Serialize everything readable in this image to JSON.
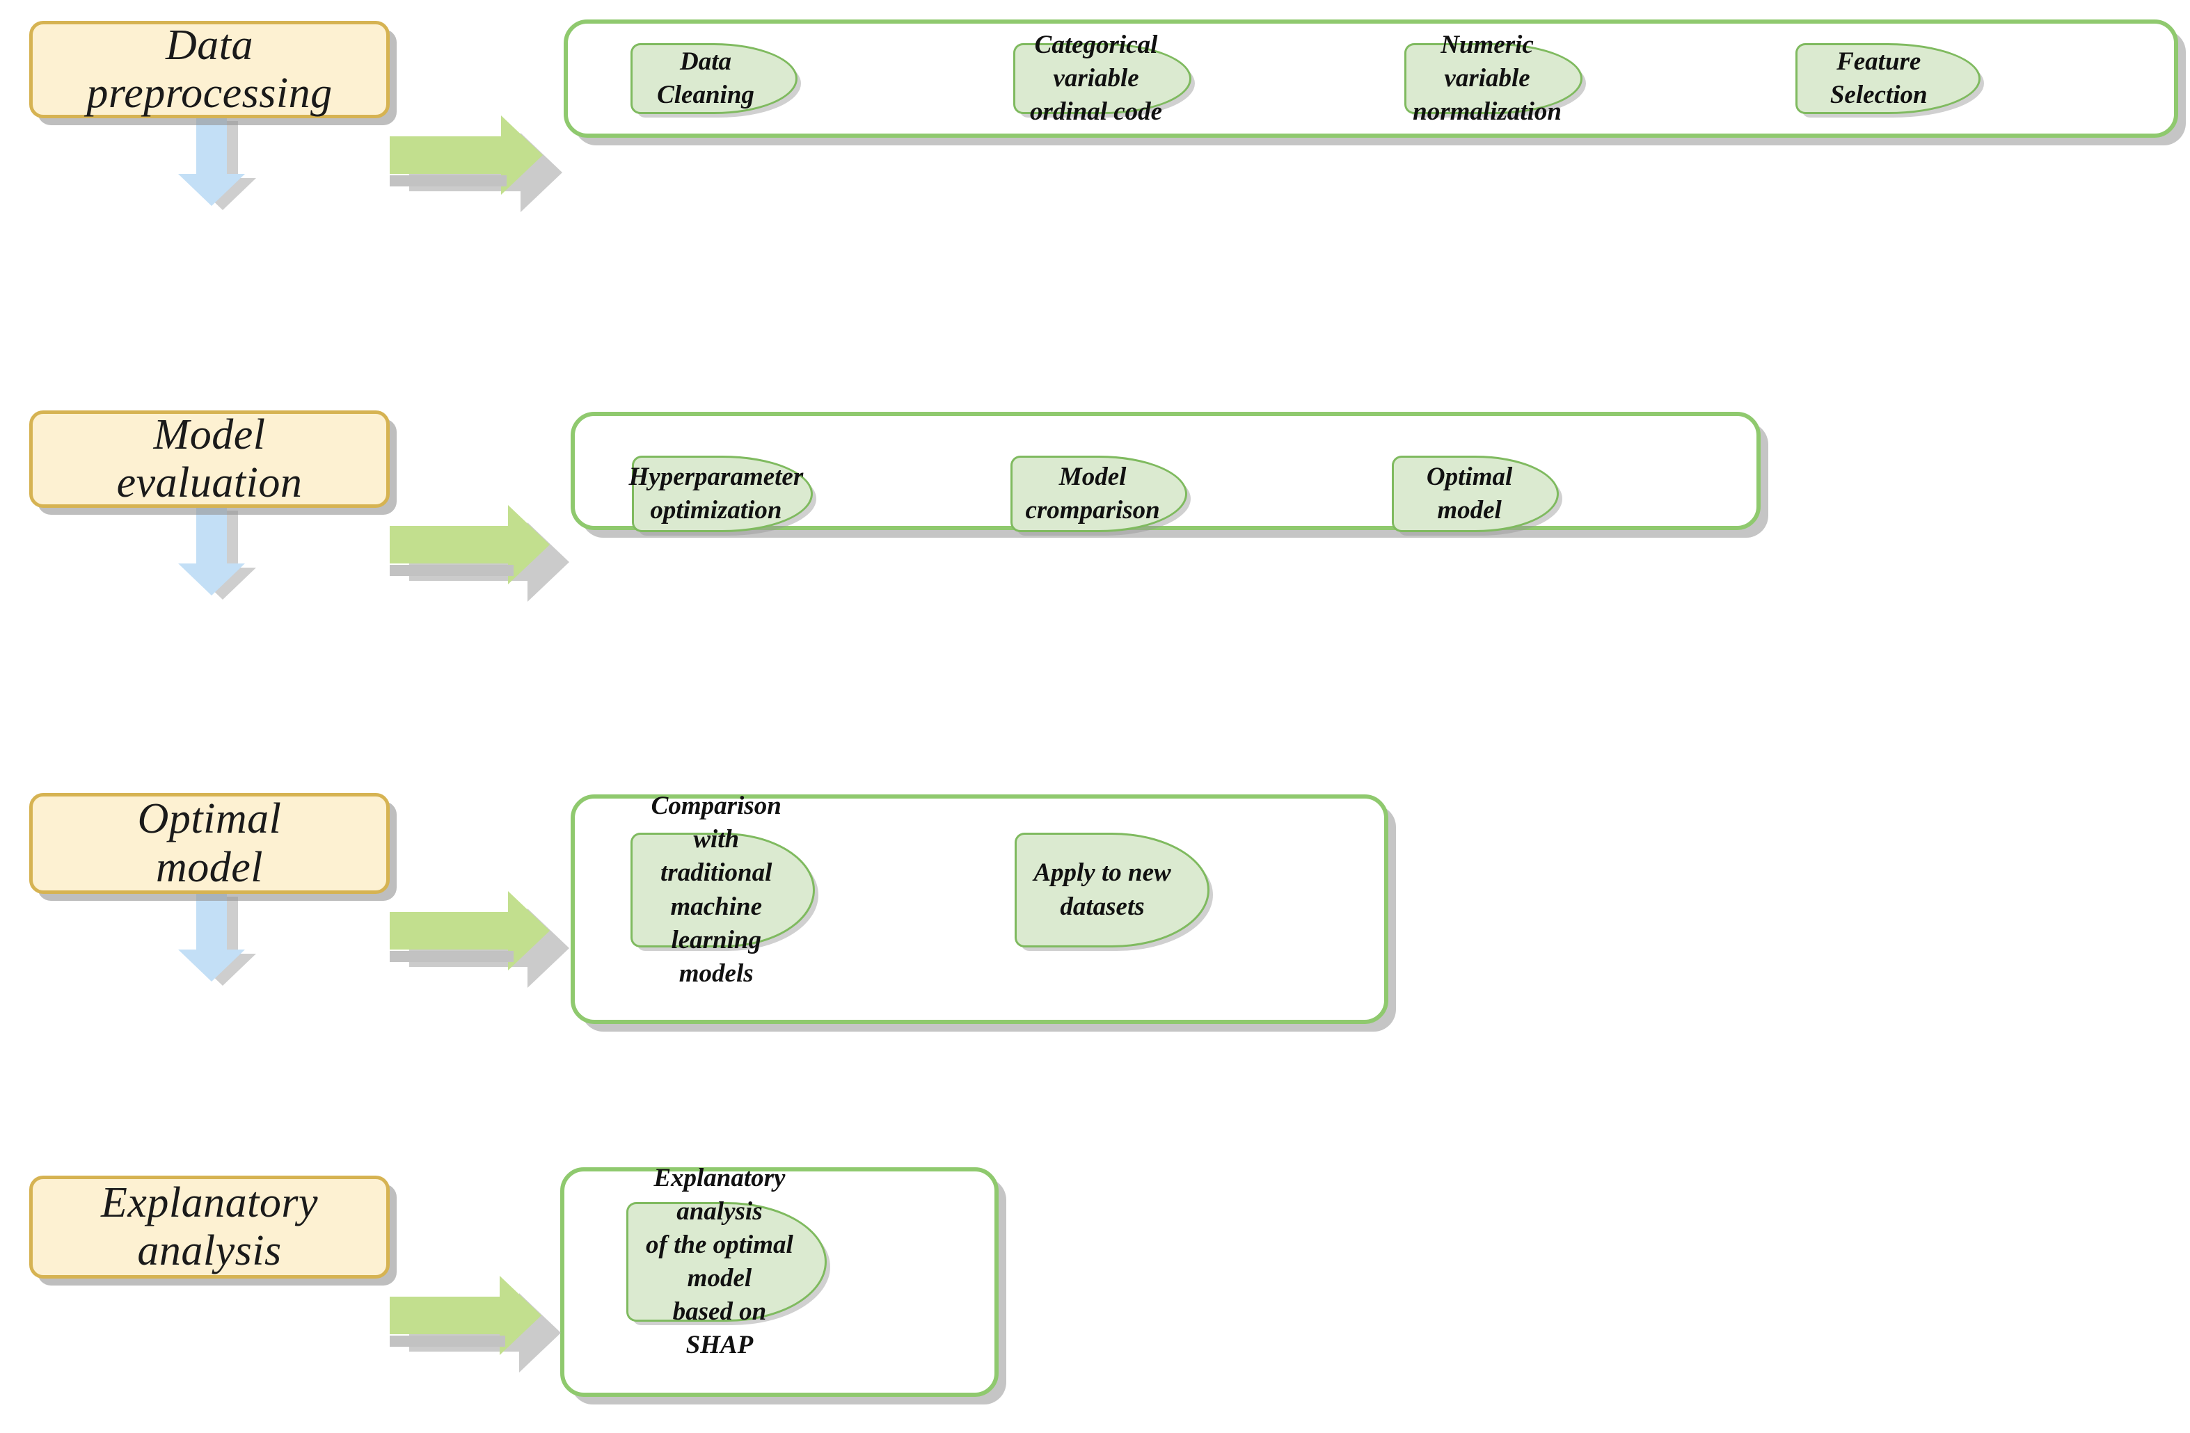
{
  "diagram": {
    "title": "Machine learning modelling workflow",
    "colors": {
      "stage_fill": "#fdf1d2",
      "stage_border": "#d6b352",
      "group_border": "#8fc96e",
      "pill_fill": "#dbead0",
      "pill_border": "#7fba5f",
      "arrow_right": "#c2df8e",
      "arrow_down": "#c3dff6",
      "shadow": "#9a9a9a"
    },
    "stages": [
      {
        "id": "data-preprocessing",
        "label": "Data\npreprocessing",
        "connector_right": "green-right-arrow",
        "connector_down": "blue-down-arrow",
        "items": [
          {
            "label": "Data Cleaning"
          },
          {
            "label": "Categorical variable\nordinal code"
          },
          {
            "label": "Numeric variable\nnormalization"
          },
          {
            "label": "Feature Selection"
          }
        ]
      },
      {
        "id": "model-evaluation",
        "label": "Model\nevaluation",
        "connector_right": "green-right-arrow",
        "connector_down": "blue-down-arrow",
        "items": [
          {
            "label": "Hyperparameter\noptimization"
          },
          {
            "label": "Model\ncromparison"
          },
          {
            "label": "Optimal\nmodel"
          }
        ]
      },
      {
        "id": "optimal-model",
        "label": "Optimal\nmodel",
        "connector_right": "green-right-arrow",
        "connector_down": "blue-down-arrow",
        "items": [
          {
            "label": "Comparison with\ntraditional machine\nlearning models"
          },
          {
            "label": "Apply to new datasets"
          }
        ]
      },
      {
        "id": "explanatory-analysis",
        "label": "Explanatory\nanalysis",
        "connector_right": "green-right-arrow",
        "connector_down": null,
        "items": [
          {
            "label": "Explanatory analysis\nof the optimal model\nbased on SHAP"
          }
        ]
      }
    ]
  }
}
